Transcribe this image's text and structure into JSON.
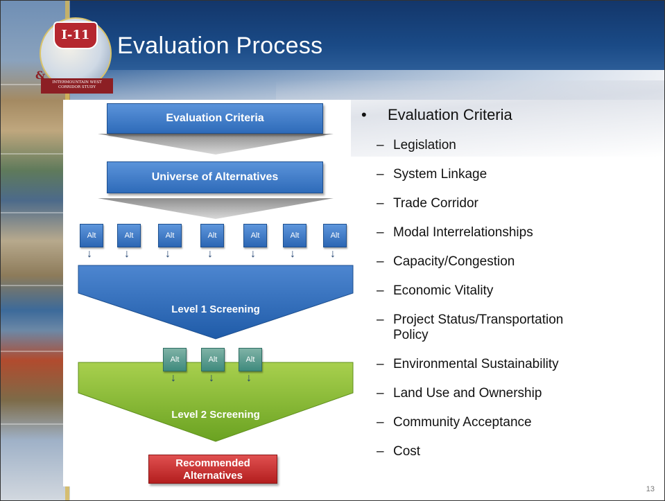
{
  "slide": {
    "title": "Evaluation Process",
    "page_number": "13"
  },
  "logo": {
    "shield_text": "I-11",
    "amp": "&",
    "banner_line1": "INTERMOUNTAIN WEST",
    "banner_line2": "CORRIDOR STUDY"
  },
  "diagram": {
    "evaluation_criteria": "Evaluation Criteria",
    "universe": "Universe of Alternatives",
    "alt_label": "Alt",
    "level1": "Level 1 Screening",
    "level2": "Level 2 Screening",
    "recommended_line1": "Recommended",
    "recommended_line2": "Alternatives"
  },
  "bullets": {
    "heading": "Evaluation Criteria",
    "items": [
      "Legislation",
      "System Linkage",
      "Trade Corridor",
      "Modal Interrelationships",
      "Capacity/Congestion",
      "Economic Vitality",
      "Project Status/Transportation Policy",
      "Environmental Sustainability",
      "Land Use and Ownership",
      "Community Acceptance",
      "Cost"
    ]
  },
  "colors": {
    "header_blue": "#1a4a86",
    "box_blue": "#2e6bb9",
    "funnel_green": "#7cb32a",
    "recommend_red": "#c52a2a"
  }
}
